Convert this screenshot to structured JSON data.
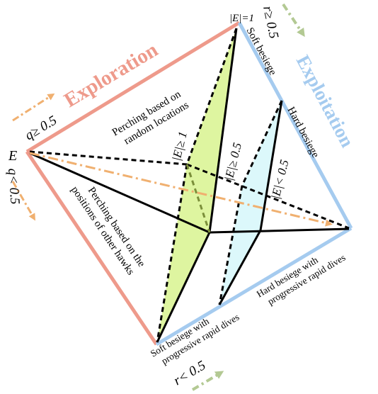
{
  "labels": {
    "exploration": "Exploration",
    "exploitation": "Exploitation",
    "perch_random": [
      "Perching based on",
      "random locations"
    ],
    "perch_hawks": [
      "Perching based on the",
      "positions of other hawks"
    ],
    "soft_besiege": "Soft besiege",
    "hard_besiege": "Hard besiege",
    "soft_dives": [
      "Soft besiege with",
      "progressive rapid dives"
    ],
    "hard_dives": [
      "Hard besiege with",
      "progressive rapid dives"
    ],
    "e_vertex": "E",
    "e_eq1": "|E|=1",
    "e_ge1": "|E|≥ 1",
    "e_ge05": "|E|≥ 0.5",
    "e_lt05": "|E|< 0.5",
    "q_ge05": "q≥ 0.5",
    "q_lt05": "q< 0.5",
    "r_ge05": "r≥ 0.5",
    "r_lt05": "r< 0.5"
  },
  "colors": {
    "exploration": "#ee9a8b",
    "exploitation": "#a5cbef",
    "yellow_fill": "#def5a0",
    "cyan_fill": "#dcf8fb",
    "orange_arrow": "#f0b070",
    "green_arrow": "#b3c993"
  }
}
